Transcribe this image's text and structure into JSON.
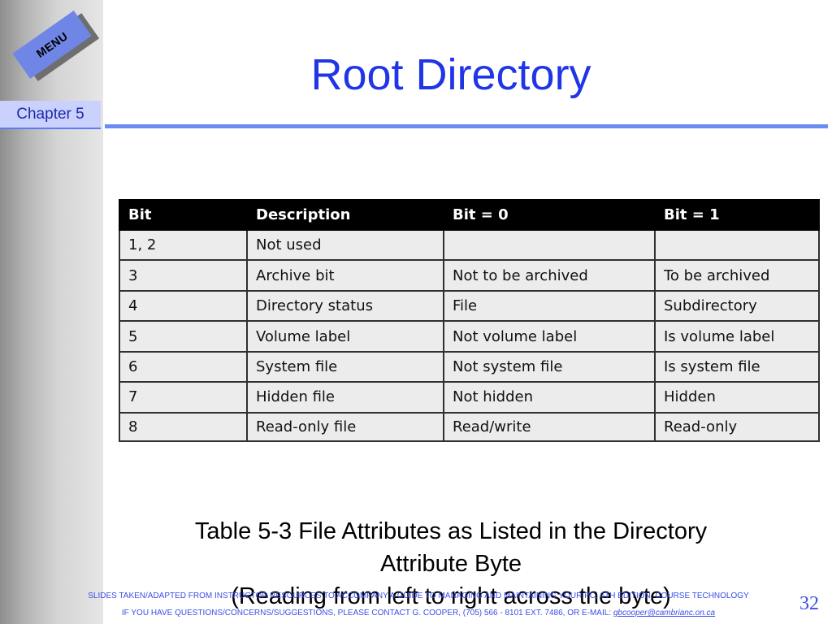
{
  "sidebar": {
    "menu_label": "MENU",
    "chapter_label": "Chapter 5"
  },
  "slide": {
    "title": "Root Directory",
    "page_number": "32"
  },
  "table": {
    "headers": [
      "Bit",
      "Description",
      "Bit = 0",
      "Bit = 1"
    ],
    "rows": [
      [
        "1, 2",
        "Not used",
        "",
        ""
      ],
      [
        "3",
        "Archive bit",
        "Not to be archived",
        "To be archived"
      ],
      [
        "4",
        "Directory status",
        "File",
        "Subdirectory"
      ],
      [
        "5",
        "Volume label",
        "Not volume label",
        "Is volume label"
      ],
      [
        "6",
        "System file",
        "Not system file",
        "Is system file"
      ],
      [
        "7",
        "Hidden file",
        "Not hidden",
        "Hidden"
      ],
      [
        "8",
        "Read-only file",
        "Read/write",
        "Read-only"
      ]
    ]
  },
  "caption": {
    "line1": "Table 5-3  File Attributes as Listed in the Directory",
    "line2": "Attribute Byte",
    "line3": "(Reading from left to right across the byte)"
  },
  "footer": {
    "line1": "SLIDES TAKEN/ADAPTED FROM INSTRUCTOR RESOURCES TO ACCOMPANY A GUIDE TO MANAGING AND MAINTAINING YOUR PC, 6TH EDITION, COURSE TECHNOLOGY",
    "line2_prefix": "IF YOU HAVE QUESTIONS/CONCERNS/SUGGESTIONS, PLEASE CONTACT G. COOPER, (705) 566 - 8101 EXT. 7486, OR E-MAIL: ",
    "email": "gbcooper@cambrianc.on.ca"
  },
  "colors": {
    "title": "#1f35e6",
    "accent_rule": "#6b8cf0",
    "menu_button": "#6f86e6",
    "chapter_box": "#c9d1fc",
    "footer_text": "#3a4fe8"
  }
}
